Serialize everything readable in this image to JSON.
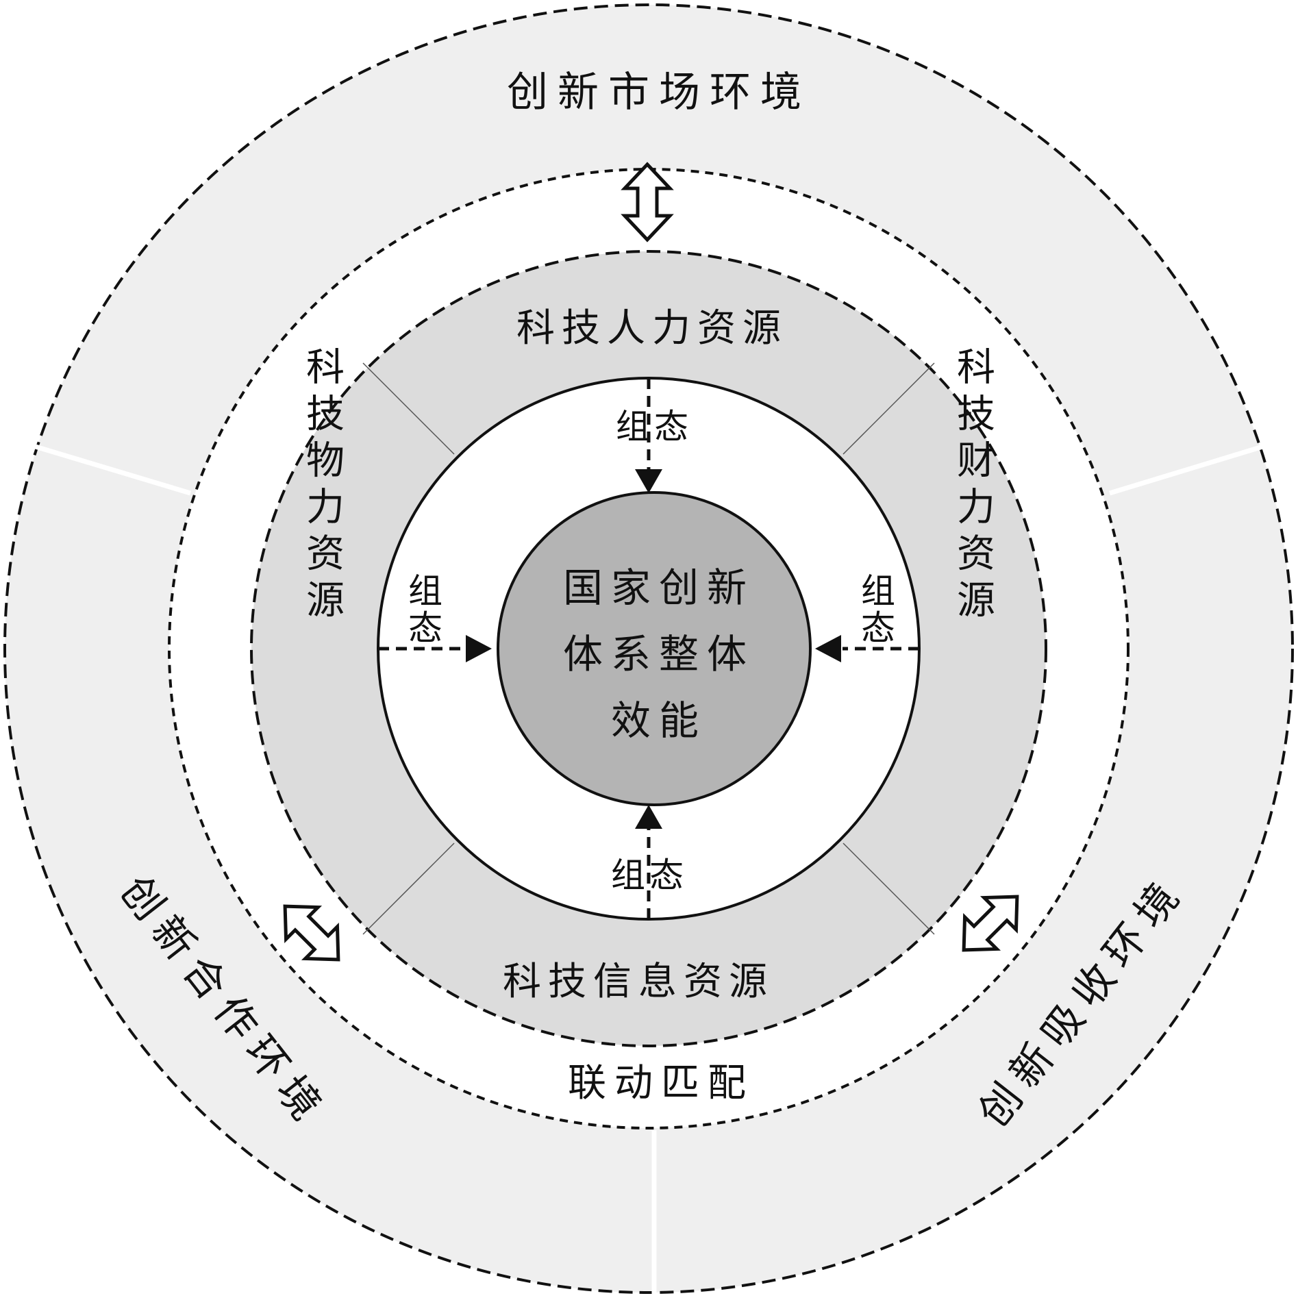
{
  "environments": {
    "market": "创新市场环境",
    "cooperation": "创新合作环境",
    "absorption": "创新吸收环境"
  },
  "linkage": "联动匹配",
  "resources": {
    "human": "科技人力资源",
    "financial": "科技财力资源",
    "material": "科技物力资源",
    "information": "科技信息资源"
  },
  "configuration": "组态",
  "core": {
    "line1": "国家创新",
    "line2": "体系整体",
    "line3": "效能"
  },
  "colors": {
    "outer_ring": "#efefef",
    "resource_ring": "#dcdcdc",
    "core": "#b4b4b4",
    "stroke": "#111111"
  }
}
